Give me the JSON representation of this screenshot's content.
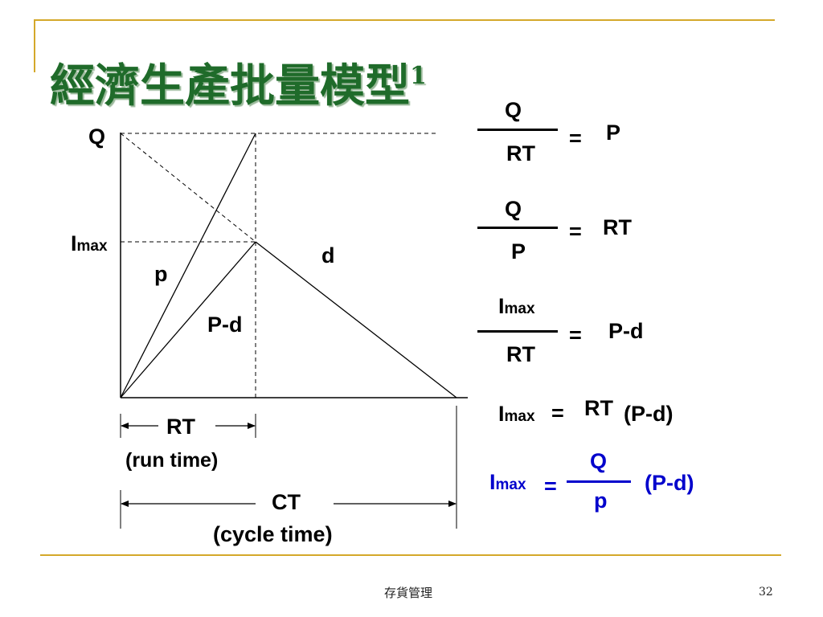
{
  "slide": {
    "title": "經濟生產批量模型",
    "title_superscript": "1",
    "footer": "存貨管理",
    "page_number": "32"
  },
  "diagram": {
    "q_label": "Q",
    "imax_label": "I",
    "imax_sub": "max",
    "p_label": "p",
    "d_label": "d",
    "pd_label": "P-d",
    "rt_label": "RT",
    "rt_desc": "(run time)",
    "ct_label": "CT",
    "ct_desc": "(cycle time)"
  },
  "formulas": {
    "f1": {
      "num": "Q",
      "den": "RT",
      "eq": "=",
      "rhs": "P"
    },
    "f2": {
      "num": "Q",
      "den": "P",
      "eq": "=",
      "rhs": "RT"
    },
    "f3": {
      "num_main": "I",
      "num_sub": "max",
      "den": "RT",
      "eq": "=",
      "rhs": "P-d"
    },
    "f4": {
      "lhs_main": "I",
      "lhs_sub": "max",
      "eq": "=",
      "rt": "RT",
      "rhs": "(P-d)"
    },
    "f5": {
      "lhs_main": "I",
      "lhs_sub": "max",
      "eq": "=",
      "num": "Q",
      "den": "p",
      "rhs": "(P-d)"
    }
  },
  "colors": {
    "title": "#1f6b2a",
    "accent_line": "#d4a82a",
    "highlight": "#0000cc"
  }
}
